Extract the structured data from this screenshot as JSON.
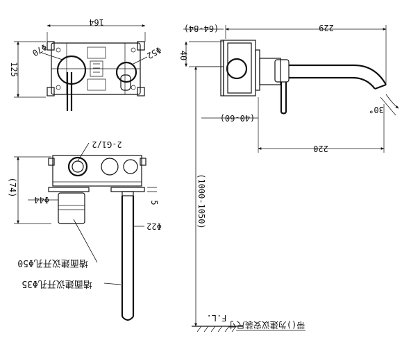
{
  "top_view": {
    "width_dim": "164",
    "height_dim": "125",
    "left_circle_dim": "Φ70",
    "right_circle_dim": "Φ52"
  },
  "side_view": {
    "spout_length_dim": "229",
    "wall_range_top": "(64-84)",
    "depth_dim": "40",
    "wall_range_mid": "(40-60)",
    "spout_bottom_dim": "220",
    "angle_dim": "30°"
  },
  "front_view": {
    "thread_label": "2-G1/2",
    "body_height_dim": "(74)",
    "stem_dim": "Φ44",
    "gap_dim": "5",
    "spout_dia_dim": "Φ22",
    "wall_hole_large": "墙面建议开孔Φ50",
    "wall_hole_small": "墙面建议开孔Φ35"
  },
  "install": {
    "height_range": "(1000-1050)",
    "floor_label": "F.L.",
    "note": "带()为建议安装尺寸"
  }
}
